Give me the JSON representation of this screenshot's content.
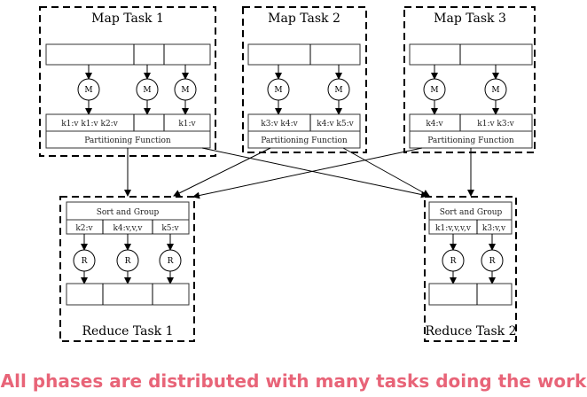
{
  "map_tasks": [
    {
      "title": "Map Task 1",
      "node": "M",
      "outputs": [
        "k1:v k1:v k2:v",
        "",
        "k1:v"
      ],
      "partition": "Partitioning Function"
    },
    {
      "title": "Map Task 2",
      "node": "M",
      "outputs": [
        "k3:v k4:v",
        "k4:v k5:v"
      ],
      "partition": "Partitioning Function"
    },
    {
      "title": "Map Task 3",
      "node": "M",
      "outputs": [
        "k4:v",
        "k1:v k3:v"
      ],
      "partition": "Partitioning Function"
    }
  ],
  "reduce_tasks": [
    {
      "title": "Reduce Task 1",
      "node": "R",
      "sort": "Sort and Group",
      "groups": [
        "k2:v",
        "k4:v,v,v",
        "k5:v"
      ]
    },
    {
      "title": "Reduce Task 2",
      "node": "R",
      "sort": "Sort and Group",
      "groups": [
        "k1:v,v,v,v",
        "k3:v,v"
      ]
    }
  ],
  "caption": "All phases are distributed with many tasks doing the work",
  "colors": {
    "caption": "#e86478"
  }
}
